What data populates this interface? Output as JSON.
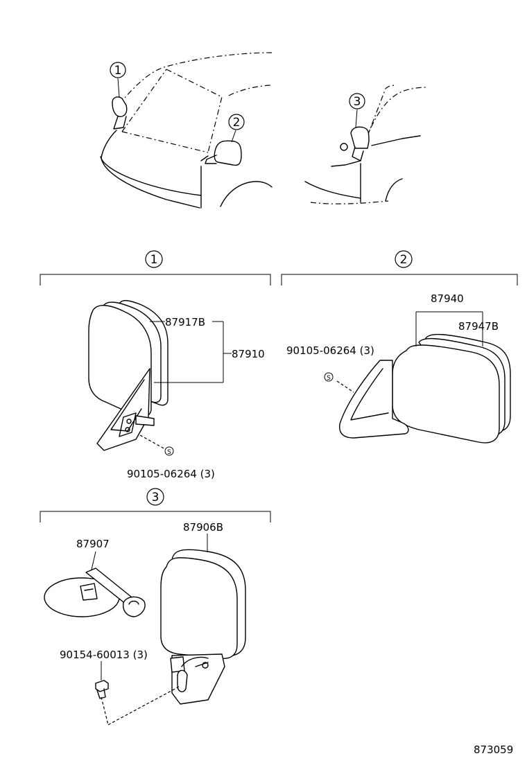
{
  "callouts": {
    "one": "1",
    "two": "2",
    "three": "3",
    "s_mark": "S"
  },
  "section1": {
    "p_87917B": "87917B",
    "p_87910": "87910",
    "p_screw": "90105-06264 (3)"
  },
  "section2": {
    "p_87940": "87940",
    "p_87947B": "87947B",
    "p_screw": "90105-06264 (3)"
  },
  "section3": {
    "p_87906B": "87906B",
    "p_87907": "87907",
    "p_bolt": "90154-60013 (3)"
  },
  "footer": {
    "figure_code": "873059"
  }
}
